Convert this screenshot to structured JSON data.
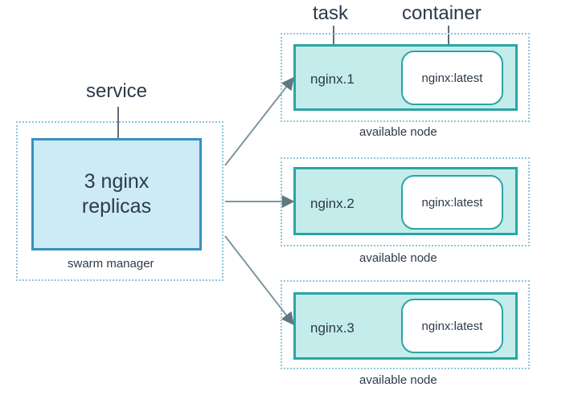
{
  "labels": {
    "service": "service",
    "task": "task",
    "container": "container"
  },
  "manager": {
    "service_line1": "3 nginx",
    "service_line2": "replicas",
    "caption": "swarm manager"
  },
  "nodes": [
    {
      "task": "nginx.1",
      "container": "nginx:latest",
      "caption": "available node"
    },
    {
      "task": "nginx.2",
      "container": "nginx:latest",
      "caption": "available node"
    },
    {
      "task": "nginx.3",
      "container": "nginx:latest",
      "caption": "available node"
    }
  ],
  "colors": {
    "service_fill": "#cdeaf7",
    "service_border": "#3692be",
    "task_fill": "#c4ecea",
    "task_border": "#2aa5a5",
    "dotted_border": "#8dc6da",
    "arrow": "#6f8a94",
    "text": "#2d3a4a"
  }
}
